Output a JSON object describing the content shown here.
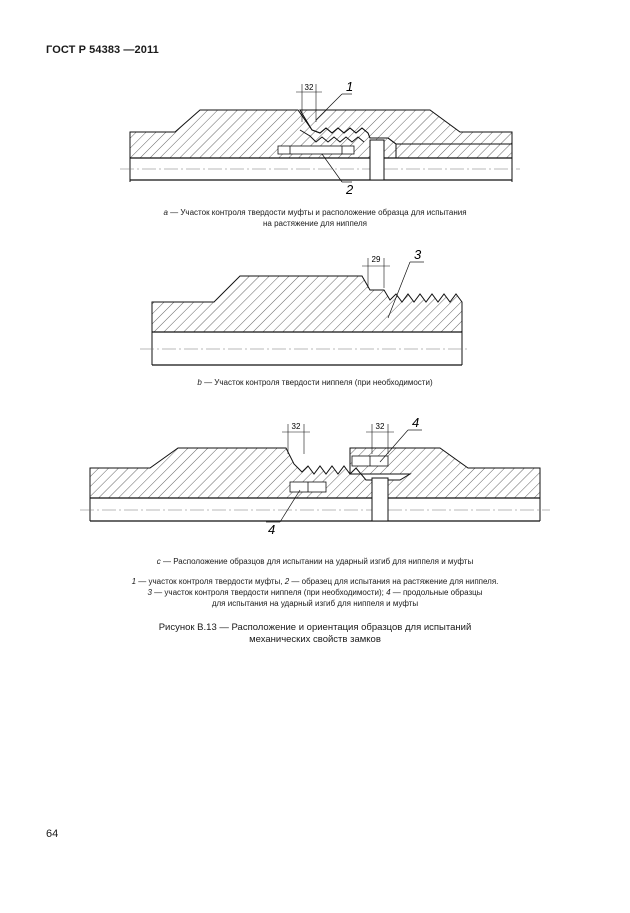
{
  "header": {
    "standard": "ГОСТ Р 54383 —2011"
  },
  "drawings": {
    "a": {
      "dimension": "32",
      "callouts": [
        "1",
        "2"
      ]
    },
    "b": {
      "dimension": "29",
      "callouts": [
        "3"
      ]
    },
    "c": {
      "dimensions": [
        "32",
        "32"
      ],
      "callouts": [
        "4",
        "4"
      ]
    }
  },
  "captions": {
    "a_letter": "a",
    "a_line1": " — Участок контроля твердости муфты и расположение образца для испытания",
    "a_line2": "на растяжение для ниппеля",
    "b_letter": "b",
    "b_line1": " — Участок контроля твердости ниппеля (при необходимости)",
    "c_letter": "c",
    "c_line1": " — Расположение образцов для испытании на ударный изгиб для ниппеля и муфты"
  },
  "legend": {
    "l1_n1": "1",
    "l1_t1": " — участок контроля твердости муфты, ",
    "l1_n2": "2",
    "l1_t2": " — образец для испытания на растяжение для ниппеля.",
    "l2_n1": "3",
    "l2_t1": " — участок контроля твердости ниппеля (при необходимости); ",
    "l2_n2": "4",
    "l2_t2": " — продольные образцы",
    "l3": "для испытания на ударный изгиб для ниппеля и муфты"
  },
  "figure": {
    "title_line1": "Рисунок В.13 — Расположение и ориентация образцов для испытаний",
    "title_line2": "механических свойств замков"
  },
  "page_number": "64"
}
